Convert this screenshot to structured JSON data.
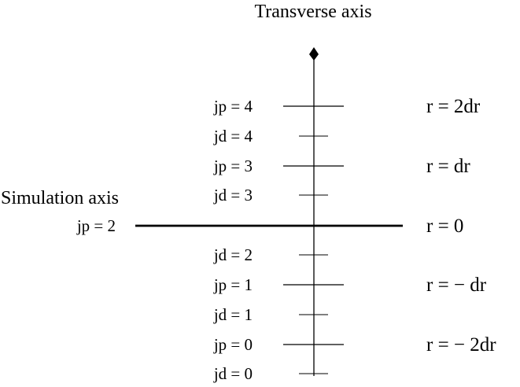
{
  "diagram": {
    "transverse_axis_label": "Transverse axis",
    "simulation_axis_label": "Simulation axis",
    "center_label": "jp = 2",
    "center_r_label": "r = 0",
    "tick_labels": [
      "jp = 4",
      "jd = 4",
      "jp = 3",
      "jd = 3",
      "jd = 2",
      "jp = 1",
      "jd = 1",
      "jp = 0",
      "jd = 0"
    ],
    "r_labels": [
      "r = 2dr",
      "r = dr",
      "r = − dr",
      "r = − 2dr"
    ],
    "colors": {
      "line": "#000000",
      "text": "#000000",
      "background": "#ffffff"
    }
  }
}
